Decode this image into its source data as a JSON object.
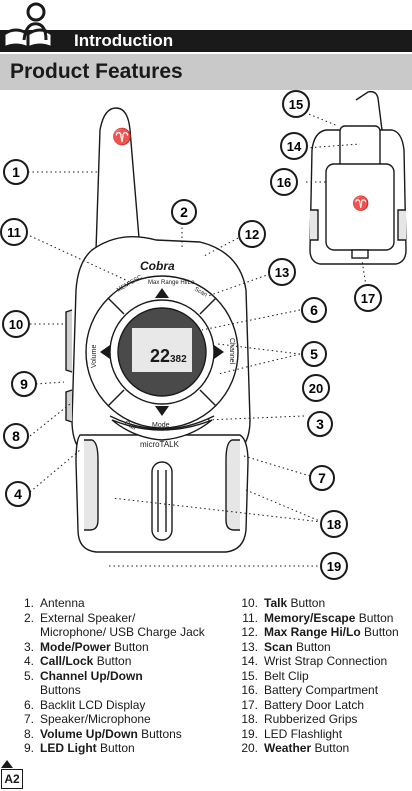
{
  "header": {
    "section": "Introduction",
    "icon": "reading-person-icon"
  },
  "subheader": {
    "title": "Product Features"
  },
  "figure": {
    "brand": "Cobra",
    "button_mem_esc": "MEM ESC",
    "button_max_range": "Max Range Hi/Lo",
    "button_scan": "Scan",
    "button_volume": "Volume",
    "button_channel": "Channel",
    "button_call": "Call",
    "button_mode": "Mode",
    "model": "microTALK",
    "lcd_main": "22",
    "lcd_code": "382",
    "callouts": [
      "1",
      "2",
      "3",
      "4",
      "5",
      "6",
      "7",
      "8",
      "9",
      "10",
      "11",
      "12",
      "13",
      "14",
      "15",
      "16",
      "17",
      "18",
      "19",
      "20"
    ]
  },
  "features_left": [
    {
      "num": "1.",
      "bold": "",
      "text": "Antenna",
      "line2": ""
    },
    {
      "num": "2.",
      "bold": "",
      "text": "External Speaker/",
      "line2": "Microphone/ USB Charge Jack"
    },
    {
      "num": "3.",
      "bold": "Mode/Power",
      "text": " Button",
      "line2": ""
    },
    {
      "num": "4.",
      "bold": "Call/Lock",
      "text": " Button",
      "line2": ""
    },
    {
      "num": "5.",
      "bold": "Channel Up/Down",
      "text": "",
      "line2": "Buttons"
    },
    {
      "num": "6.",
      "bold": "",
      "text": "Backlit LCD Display",
      "line2": ""
    },
    {
      "num": "7.",
      "bold": "",
      "text": "Speaker/Microphone",
      "line2": ""
    },
    {
      "num": "8.",
      "bold": "Volume Up/Down",
      "text": " Buttons",
      "line2": ""
    },
    {
      "num": "9.",
      "bold": "LED Light",
      "text": " Button",
      "line2": ""
    }
  ],
  "features_right": [
    {
      "num": "10.",
      "bold": "Talk",
      "text": " Button"
    },
    {
      "num": "11.",
      "bold": "Memory/Escape",
      "text": " Button"
    },
    {
      "num": "12.",
      "bold": "Max Range Hi/Lo",
      "text": " Button"
    },
    {
      "num": "13.",
      "bold": "Scan",
      "text": " Button"
    },
    {
      "num": "14.",
      "bold": "",
      "text": "Wrist Strap Connection"
    },
    {
      "num": "15.",
      "bold": "",
      "text": "Belt Clip"
    },
    {
      "num": "16.",
      "bold": "",
      "text": "Battery Compartment"
    },
    {
      "num": "17.",
      "bold": "",
      "text": "Battery Door Latch"
    },
    {
      "num": "18.",
      "bold": "",
      "text": "Rubberized Grips"
    },
    {
      "num": "19.",
      "bold": "",
      "text": "LED Flashlight"
    },
    {
      "num": "20.",
      "bold": "Weather",
      "text": " Button"
    }
  ],
  "page_label": "A2"
}
